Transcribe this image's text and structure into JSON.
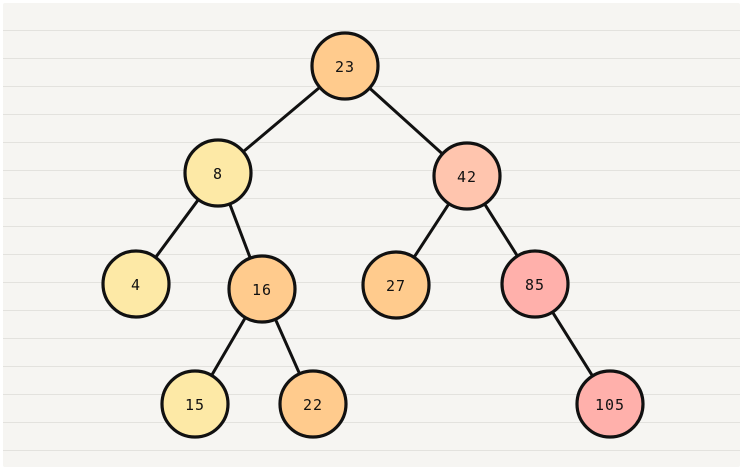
{
  "tree": {
    "colors": {
      "yellow": "#fde9a6",
      "orange": "#ffcb8d",
      "salmon": "#ffc5ae",
      "pink": "#ffb0ab",
      "outline": "#111111",
      "paper": "#f6f5f2",
      "rule": "#e3e2de"
    },
    "nodes": [
      {
        "id": "n23",
        "label": "23",
        "color": "orange"
      },
      {
        "id": "n8",
        "label": "8",
        "color": "yellow"
      },
      {
        "id": "n42",
        "label": "42",
        "color": "salmon"
      },
      {
        "id": "n4",
        "label": "4",
        "color": "yellow"
      },
      {
        "id": "n16",
        "label": "16",
        "color": "orange"
      },
      {
        "id": "n27",
        "label": "27",
        "color": "orange"
      },
      {
        "id": "n85",
        "label": "85",
        "color": "pink"
      },
      {
        "id": "n15",
        "label": "15",
        "color": "yellow"
      },
      {
        "id": "n22",
        "label": "22",
        "color": "orange"
      },
      {
        "id": "n105",
        "label": "105",
        "color": "pink"
      }
    ],
    "edges": [
      [
        "n23",
        "n8"
      ],
      [
        "n23",
        "n42"
      ],
      [
        "n8",
        "n4"
      ],
      [
        "n8",
        "n16"
      ],
      [
        "n42",
        "n27"
      ],
      [
        "n42",
        "n85"
      ],
      [
        "n16",
        "n15"
      ],
      [
        "n16",
        "n22"
      ],
      [
        "n85",
        "n105"
      ]
    ]
  }
}
